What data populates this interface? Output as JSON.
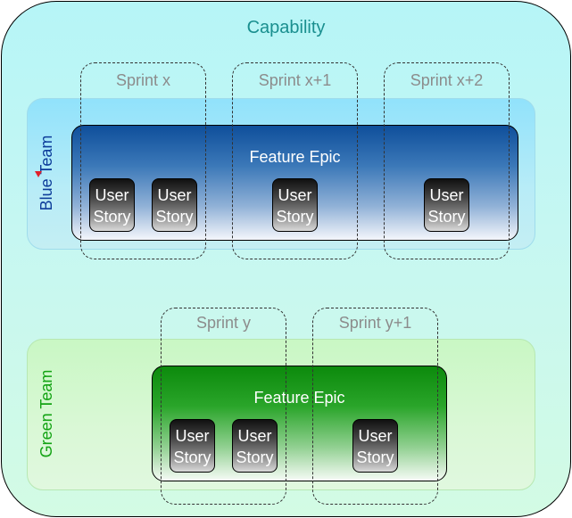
{
  "capability": {
    "title": "Capability"
  },
  "teams": {
    "blue": {
      "label": "Blue Team",
      "epic_title": "Feature Epic",
      "sprints": [
        "Sprint x",
        "Sprint x+1",
        "Sprint x+2"
      ]
    },
    "green": {
      "label": "Green Team",
      "epic_title": "Feature Epic",
      "sprints": [
        "Sprint y",
        "Sprint y+1"
      ]
    }
  },
  "story": {
    "line1": "User",
    "line2": "Story"
  },
  "colors": {
    "blue_team": "#0d3d9a",
    "green_team": "#13a313",
    "capability_title": "#1a8f8f",
    "sprint_label": "#8c8c8c"
  }
}
